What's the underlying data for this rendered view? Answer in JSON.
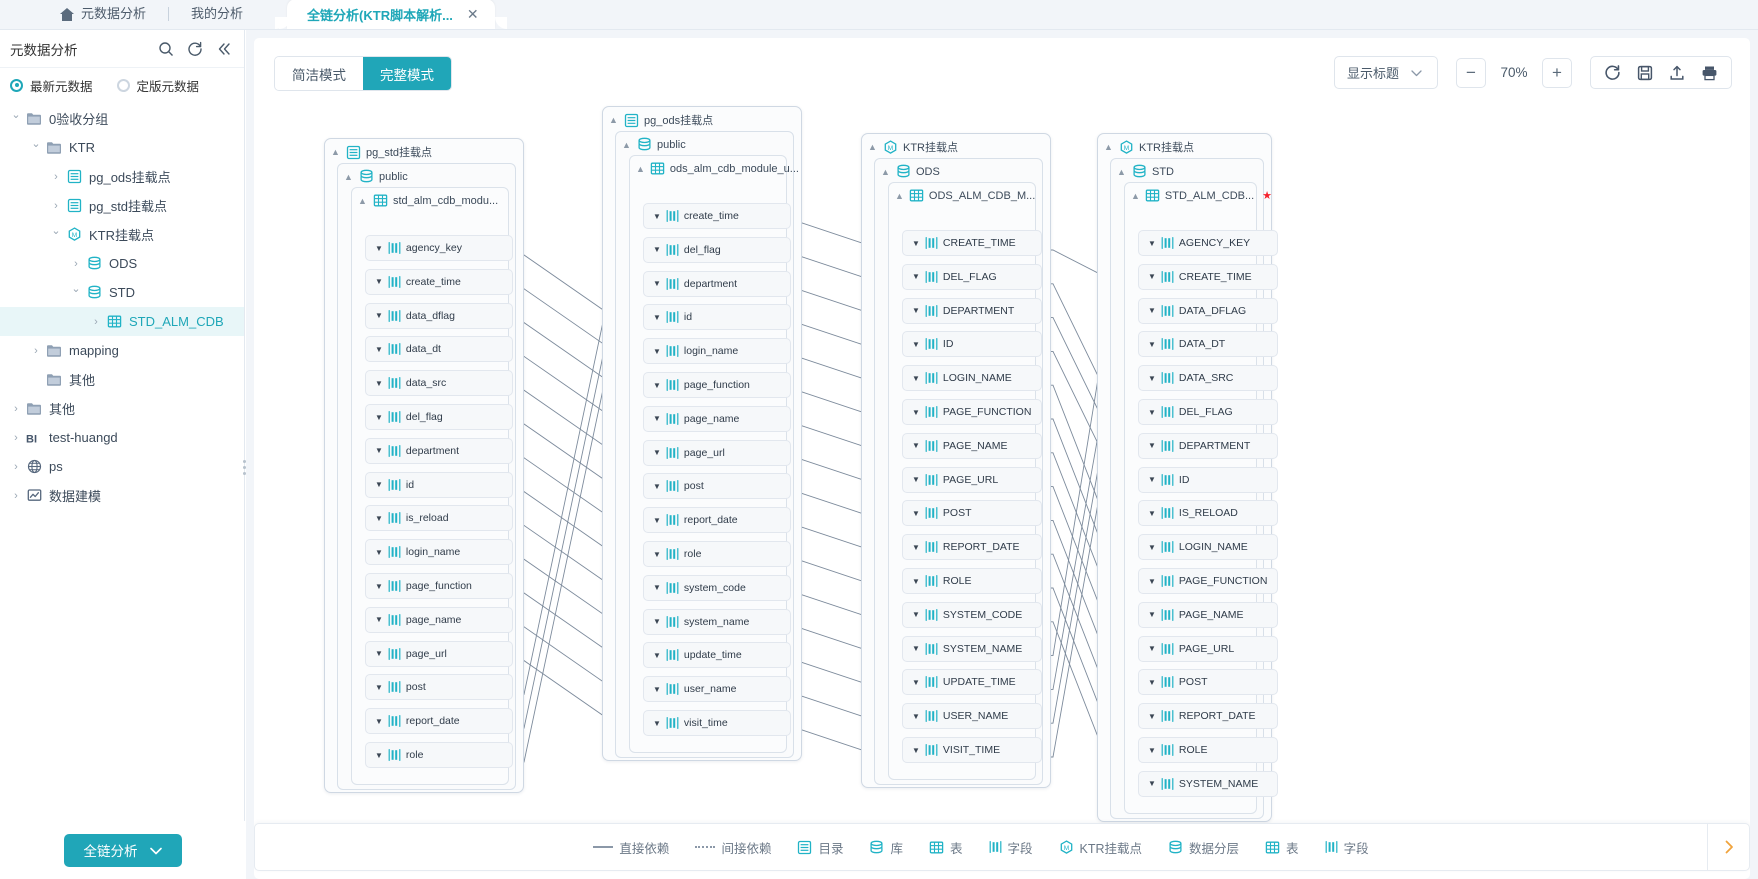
{
  "topbar": {
    "home_label": "元数据分析",
    "nav_label": "我的分析",
    "tab_label": "全链分析(KTR脚本解析...",
    "tab_close": "✕"
  },
  "sidebar": {
    "title": "元数据分析",
    "icons": [
      "search-icon",
      "refresh-icon",
      "collapse-icon"
    ],
    "radios": [
      {
        "label": "最新元数据",
        "selected": true
      },
      {
        "label": "定版元数据",
        "selected": false
      }
    ],
    "tree": [
      {
        "label": "0验收分组",
        "icon": "folder-icon",
        "caret": "down",
        "indent": 0,
        "selected": false
      },
      {
        "label": "KTR",
        "icon": "folder-icon",
        "caret": "down",
        "indent": 1,
        "selected": false
      },
      {
        "label": "pg_ods挂载点",
        "icon": "catalog-icon",
        "caret": "right",
        "indent": 2,
        "selected": false
      },
      {
        "label": "pg_std挂载点",
        "icon": "catalog-icon",
        "caret": "right",
        "indent": 2,
        "selected": false
      },
      {
        "label": "KTR挂载点",
        "icon": "mount-icon",
        "caret": "down",
        "indent": 2,
        "selected": false
      },
      {
        "label": "ODS",
        "icon": "db-icon",
        "caret": "right",
        "indent": 3,
        "selected": false
      },
      {
        "label": "STD",
        "icon": "db-icon",
        "caret": "down",
        "indent": 3,
        "selected": false
      },
      {
        "label": "STD_ALM_CDB",
        "icon": "table-icon",
        "caret": "right",
        "indent": 4,
        "selected": true
      },
      {
        "label": "mapping",
        "icon": "folder-icon",
        "caret": "right",
        "indent": 1,
        "selected": false
      },
      {
        "label": "其他",
        "icon": "folder-icon",
        "caret": "empty",
        "indent": 1,
        "selected": false
      },
      {
        "label": "其他",
        "icon": "folder-icon",
        "caret": "right",
        "indent": 0,
        "selected": false
      },
      {
        "label": "test-huangd",
        "icon": "bi-icon",
        "caret": "right",
        "indent": 0,
        "selected": false
      },
      {
        "label": "ps",
        "icon": "globe-icon",
        "caret": "right",
        "indent": 0,
        "selected": false
      },
      {
        "label": "数据建模",
        "icon": "model-icon",
        "caret": "right",
        "indent": 0,
        "selected": false
      }
    ],
    "bottom_button": {
      "label": "全链分析",
      "caret": "chevron-down-icon"
    }
  },
  "toolbar": {
    "modes": [
      {
        "label": "简洁模式",
        "active": false
      },
      {
        "label": "完整模式",
        "active": true
      }
    ],
    "title_select": {
      "label": "显示标题",
      "caret": "chevron-down-icon"
    },
    "zoom": {
      "minus": "−",
      "level": "70%",
      "plus": "+"
    },
    "actions": [
      "refresh-icon",
      "save-icon",
      "export-icon",
      "print-icon"
    ]
  },
  "legend": {
    "items": [
      {
        "label": "直接依赖",
        "icon": "solid-line"
      },
      {
        "label": "间接依赖",
        "icon": "dotted-line"
      },
      {
        "label": "目录",
        "icon": "catalog-icon"
      },
      {
        "label": "库",
        "icon": "db-icon"
      },
      {
        "label": "表",
        "icon": "table-icon"
      },
      {
        "label": "字段",
        "icon": "field-icon"
      },
      {
        "label": "KTR挂载点",
        "icon": "mount-icon"
      },
      {
        "label": "数据分层",
        "icon": "db-icon"
      },
      {
        "label": "表",
        "icon": "table-icon"
      },
      {
        "label": "字段",
        "icon": "field-icon"
      }
    ],
    "next": "chevron-right-icon"
  },
  "graph": {
    "panels": [
      {
        "id": "pg_std",
        "title": "pg_std挂载点",
        "icon": "catalog-icon",
        "schema": "public",
        "table": "std_alm_cdb_modu...",
        "starred": false,
        "fields": [
          "agency_key",
          "create_time",
          "data_dflag",
          "data_dt",
          "data_src",
          "del_flag",
          "department",
          "id",
          "is_reload",
          "login_name",
          "page_function",
          "page_name",
          "page_url",
          "post",
          "report_date",
          "role"
        ]
      },
      {
        "id": "pg_ods",
        "title": "pg_ods挂载点",
        "icon": "catalog-icon",
        "schema": "public",
        "table": "ods_alm_cdb_module_u...",
        "starred": false,
        "fields": [
          "create_time",
          "del_flag",
          "department",
          "id",
          "login_name",
          "page_function",
          "page_name",
          "page_url",
          "post",
          "report_date",
          "role",
          "system_code",
          "system_name",
          "update_time",
          "user_name",
          "visit_time"
        ]
      },
      {
        "id": "ktr_ods",
        "title": "KTR挂载点",
        "icon": "mount-icon",
        "schema": "ODS",
        "table": "ODS_ALM_CDB_M...",
        "starred": false,
        "fields": [
          "CREATE_TIME",
          "DEL_FLAG",
          "DEPARTMENT",
          "ID",
          "LOGIN_NAME",
          "PAGE_FUNCTION",
          "PAGE_NAME",
          "PAGE_URL",
          "POST",
          "REPORT_DATE",
          "ROLE",
          "SYSTEM_CODE",
          "SYSTEM_NAME",
          "UPDATE_TIME",
          "USER_NAME",
          "VISIT_TIME"
        ]
      },
      {
        "id": "ktr_std",
        "title": "KTR挂载点",
        "icon": "mount-icon",
        "schema": "STD",
        "table": "STD_ALM_CDB...",
        "starred": true,
        "fields": [
          "AGENCY_KEY",
          "CREATE_TIME",
          "DATA_DFLAG",
          "DATA_DT",
          "DATA_SRC",
          "DEL_FLAG",
          "DEPARTMENT",
          "ID",
          "IS_RELOAD",
          "LOGIN_NAME",
          "PAGE_FUNCTION",
          "PAGE_NAME",
          "PAGE_URL",
          "POST",
          "REPORT_DATE",
          "ROLE",
          "SYSTEM_NAME"
        ]
      }
    ]
  },
  "colors": {
    "accent": "#20a6b8",
    "star": "#f5222d",
    "edge": "#8b98a8",
    "text": "#3c4a5a"
  }
}
